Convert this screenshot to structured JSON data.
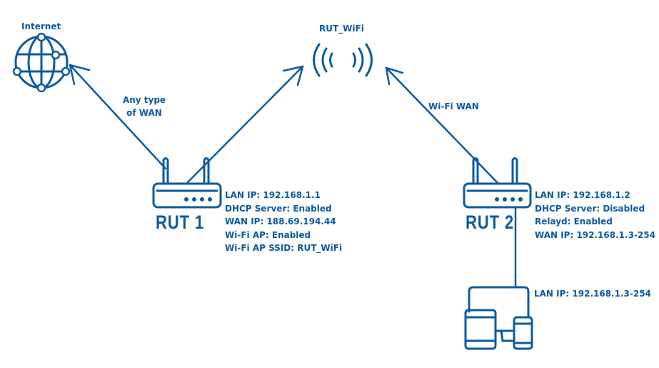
{
  "colors": {
    "primary": "#0c5aa0",
    "background": "#ffffff"
  },
  "nodes": {
    "internet": {
      "label": "Internet",
      "icon": "globe-icon"
    },
    "wifi": {
      "label": "RUT_WiFi",
      "icon": "wifi-signal-icon"
    },
    "rut1": {
      "label": "RUT 1",
      "icon": "router-icon",
      "info": [
        "LAN IP: 192.168.1.1",
        "DHCP Server: Enabled",
        "WAN IP: 188.69.194.44",
        "Wi-Fi AP: Enabled",
        "Wi-Fi AP SSID: RUT_WiFi"
      ]
    },
    "rut2": {
      "label": "RUT 2",
      "icon": "router-icon",
      "info": [
        "LAN IP: 192.168.1.2",
        "DHCP Server: Disabled",
        "Relayd: Enabled",
        "WAN IP: 192.168.1.3-254"
      ]
    },
    "devices": {
      "icon": "devices-icon",
      "info": [
        "LAN IP: 192.168.1.3-254"
      ]
    }
  },
  "edges": {
    "rut1_internet": {
      "label_line1": "Any type",
      "label_line2": "of WAN"
    },
    "rut2_wifi": {
      "label": "Wi-Fi WAN"
    }
  }
}
